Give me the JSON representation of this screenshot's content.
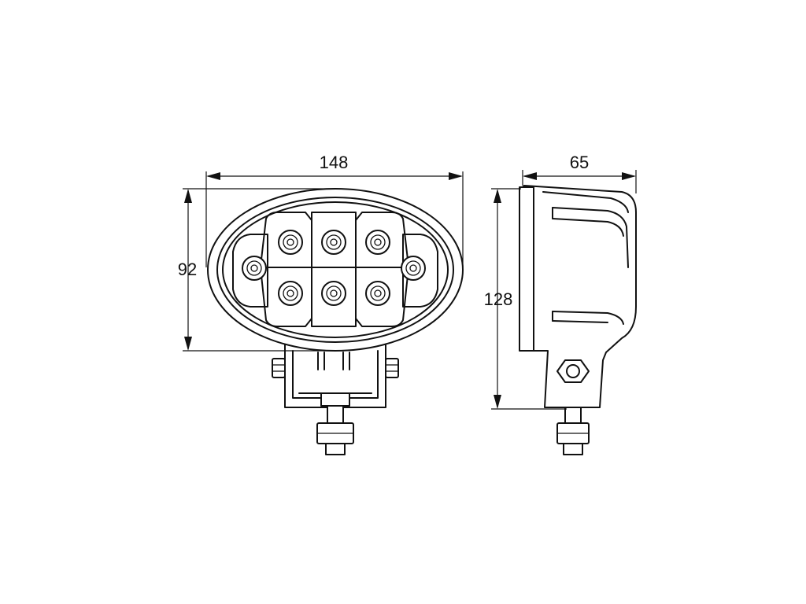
{
  "dimensions": {
    "width": "148",
    "height": "92",
    "depth": "65",
    "total_height": "128"
  }
}
